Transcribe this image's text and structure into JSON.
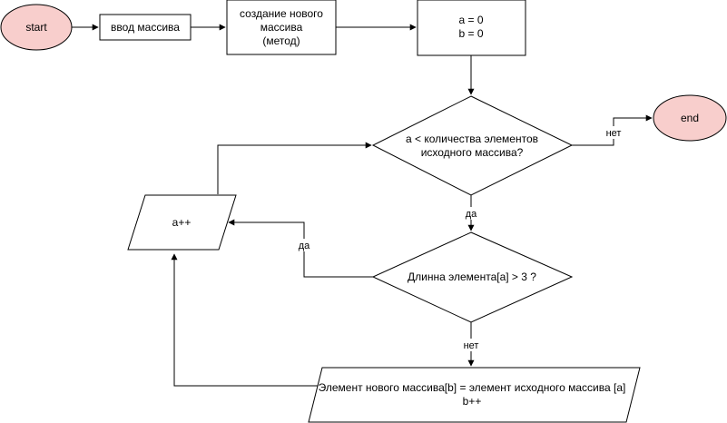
{
  "colors": {
    "terminal_fill": "#f8cecc",
    "terminal_stroke": "#b85450",
    "box_fill": "#ffffff",
    "stroke": "#000000",
    "background": "#ffffff"
  },
  "nodes": {
    "start": {
      "label": "start"
    },
    "input_array": {
      "label": "ввод массива"
    },
    "create_array": {
      "lines": [
        "создание нового",
        "массива",
        "(метод)"
      ]
    },
    "init_vars": {
      "lines": [
        "a = 0",
        "b = 0"
      ]
    },
    "cond_count": {
      "lines": [
        "a < количества элементов",
        "исходного массива?"
      ]
    },
    "end": {
      "label": "end"
    },
    "incr_a": {
      "label": "a++"
    },
    "cond_length": {
      "label": "Длинна элемента[a] > 3 ?"
    },
    "assign": {
      "lines": [
        "Элемент нового массива[b] = элемент исходного массива [a]",
        "b++"
      ]
    }
  },
  "edges": {
    "count_to_end": {
      "label": "нет"
    },
    "count_to_length": {
      "label": "да"
    },
    "length_to_incr": {
      "label": "да"
    },
    "length_to_assign": {
      "label": "нет"
    }
  }
}
